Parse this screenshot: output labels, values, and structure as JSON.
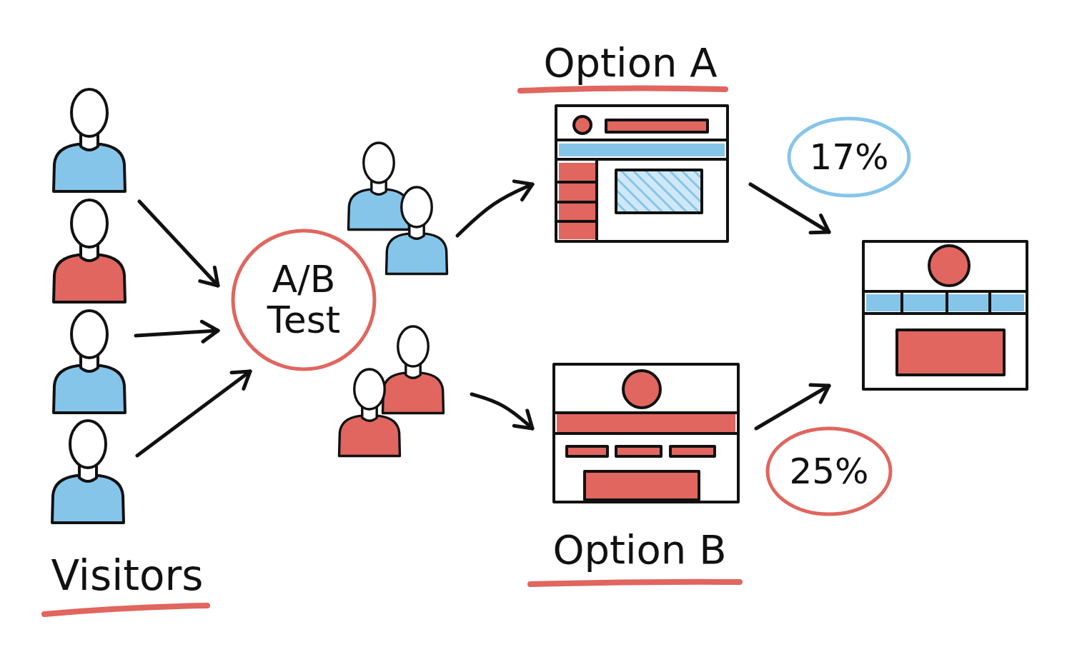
{
  "diagram": {
    "nodes": [
      {
        "text": [
          "A/B Test"
        ]
      },
      {
        "text": [
          "Option A"
        ]
      },
      {
        "text": [
          "17%"
        ]
      },
      {
        "text": [
          "Option B"
        ]
      },
      {
        "text": [
          "25%"
        ]
      }
    ],
    "labels": [
      "Visitors"
    ]
  }
}
